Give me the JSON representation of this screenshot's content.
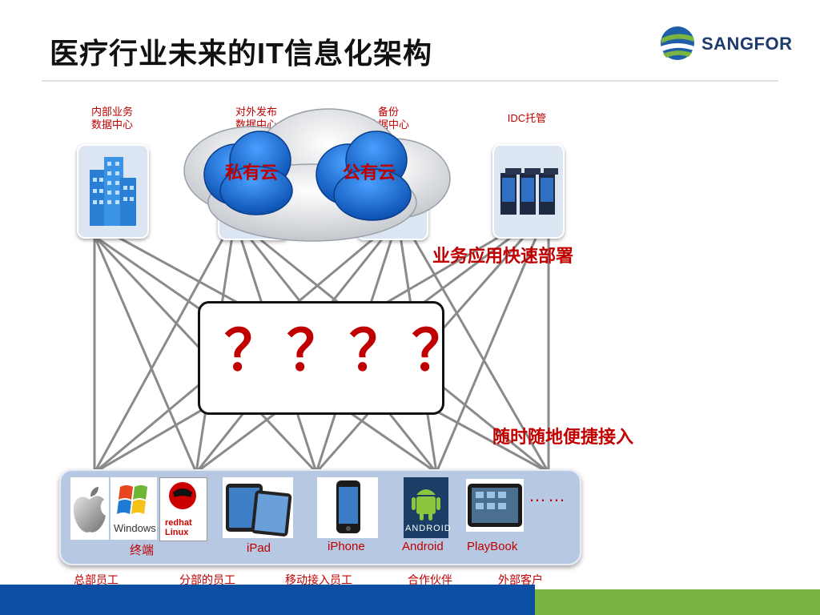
{
  "title": "医疗行业未来的IT信息化架构",
  "logo": {
    "text": "SANGFOR"
  },
  "servers": [
    {
      "label": "内部业务\n数据中心"
    },
    {
      "label": "对外发布\n数据中心"
    },
    {
      "label": "备份\n数据中心"
    },
    {
      "label": "IDC托管"
    }
  ],
  "clouds": {
    "private": "私有云",
    "public": "公有云"
  },
  "callouts": {
    "deploy": "业务应用快速部署",
    "access": "随时随地便捷接入"
  },
  "question_marks": [
    "？",
    "？",
    "？",
    "？"
  ],
  "devices": {
    "terminal": "终端",
    "windows_logo_text": "Windows",
    "redhat_logo_text": "redhat Linux",
    "ipad": "iPad",
    "iphone": "iPhone",
    "android": "Android",
    "android_logo_text": "ANDROID",
    "playbook": "PlayBook",
    "more": "……"
  },
  "user_groups": [
    "总部员工",
    "分部的员工",
    "移动接入员工",
    "合作伙伴",
    "外部客户"
  ],
  "colors": {
    "accent_red": "#c00000",
    "brand_blue": "#0b4ea2",
    "brand_green": "#7ab541",
    "cloud_blue": "#1f6fd0"
  }
}
